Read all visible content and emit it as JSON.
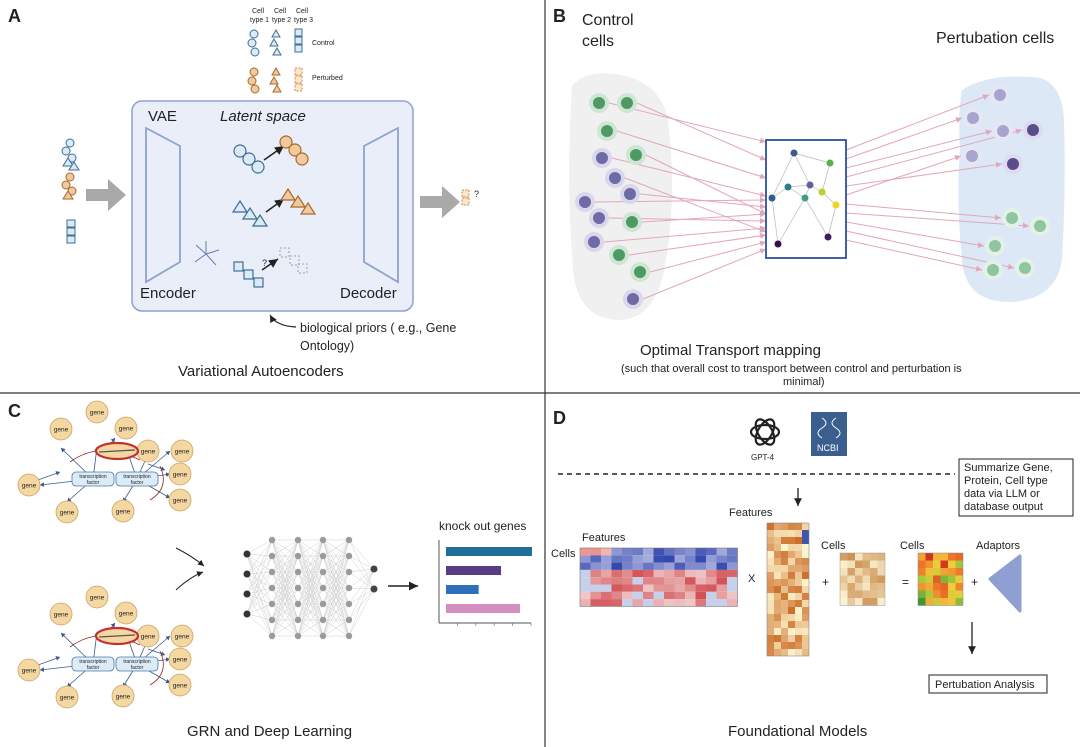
{
  "panel_a": {
    "letter": "A",
    "cell_type_1": [
      "Cell",
      "type 1"
    ],
    "cell_type_2": [
      "Cell",
      "type 2"
    ],
    "cell_type_3": [
      "Cell",
      "type 3"
    ],
    "control": "Control",
    "perturbed": "Perturbed",
    "vae": "VAE",
    "latent_space": "Latent space",
    "encoder": "Encoder",
    "decoder": "Decoder",
    "question": "?",
    "priors_line1": "biological priors ( e.g., Gene",
    "priors_line2": "Ontology)",
    "caption": "Variational Autoencoders"
  },
  "panel_b": {
    "letter": "B",
    "control_line1": "Control",
    "control_line2": "cells",
    "perturbation_cells": "Pertubation cells",
    "title": "Optimal Transport mapping",
    "subtitle_line1": "(such that overall cost to transport between control and perturbation is",
    "subtitle_line2": "minimal)"
  },
  "panel_c": {
    "letter": "C",
    "gene": "gene",
    "tf_line1": "transcription",
    "tf_line2": "factor",
    "knock_out": "knock out genes",
    "caption": "GRN and Deep Learning",
    "bar_colors": [
      "#1f6f9a",
      "#5a3c85",
      "#2d6fb8",
      "#d58ec0"
    ],
    "bar_values": [
      1.0,
      0.64,
      0.38,
      0.86
    ]
  },
  "panel_d": {
    "letter": "D",
    "gpt4": "GPT-4",
    "ncbi": "NCBI",
    "summary_line1": "Summarize Gene,",
    "summary_line2": "Protein, Cell type",
    "summary_line3": "data via LLM or",
    "summary_line4": "database output",
    "features_top": "Features",
    "features_left": "Features",
    "cells_left": "Cells",
    "cells_mid": "Cells",
    "cells_right": "Cells",
    "adaptors": "Adaptors",
    "op_x": "X",
    "op_plus1": "+",
    "op_equals": "=",
    "op_plus2": "+",
    "analysis": "Pertubation Analysis",
    "caption": "Foundational Models"
  }
}
